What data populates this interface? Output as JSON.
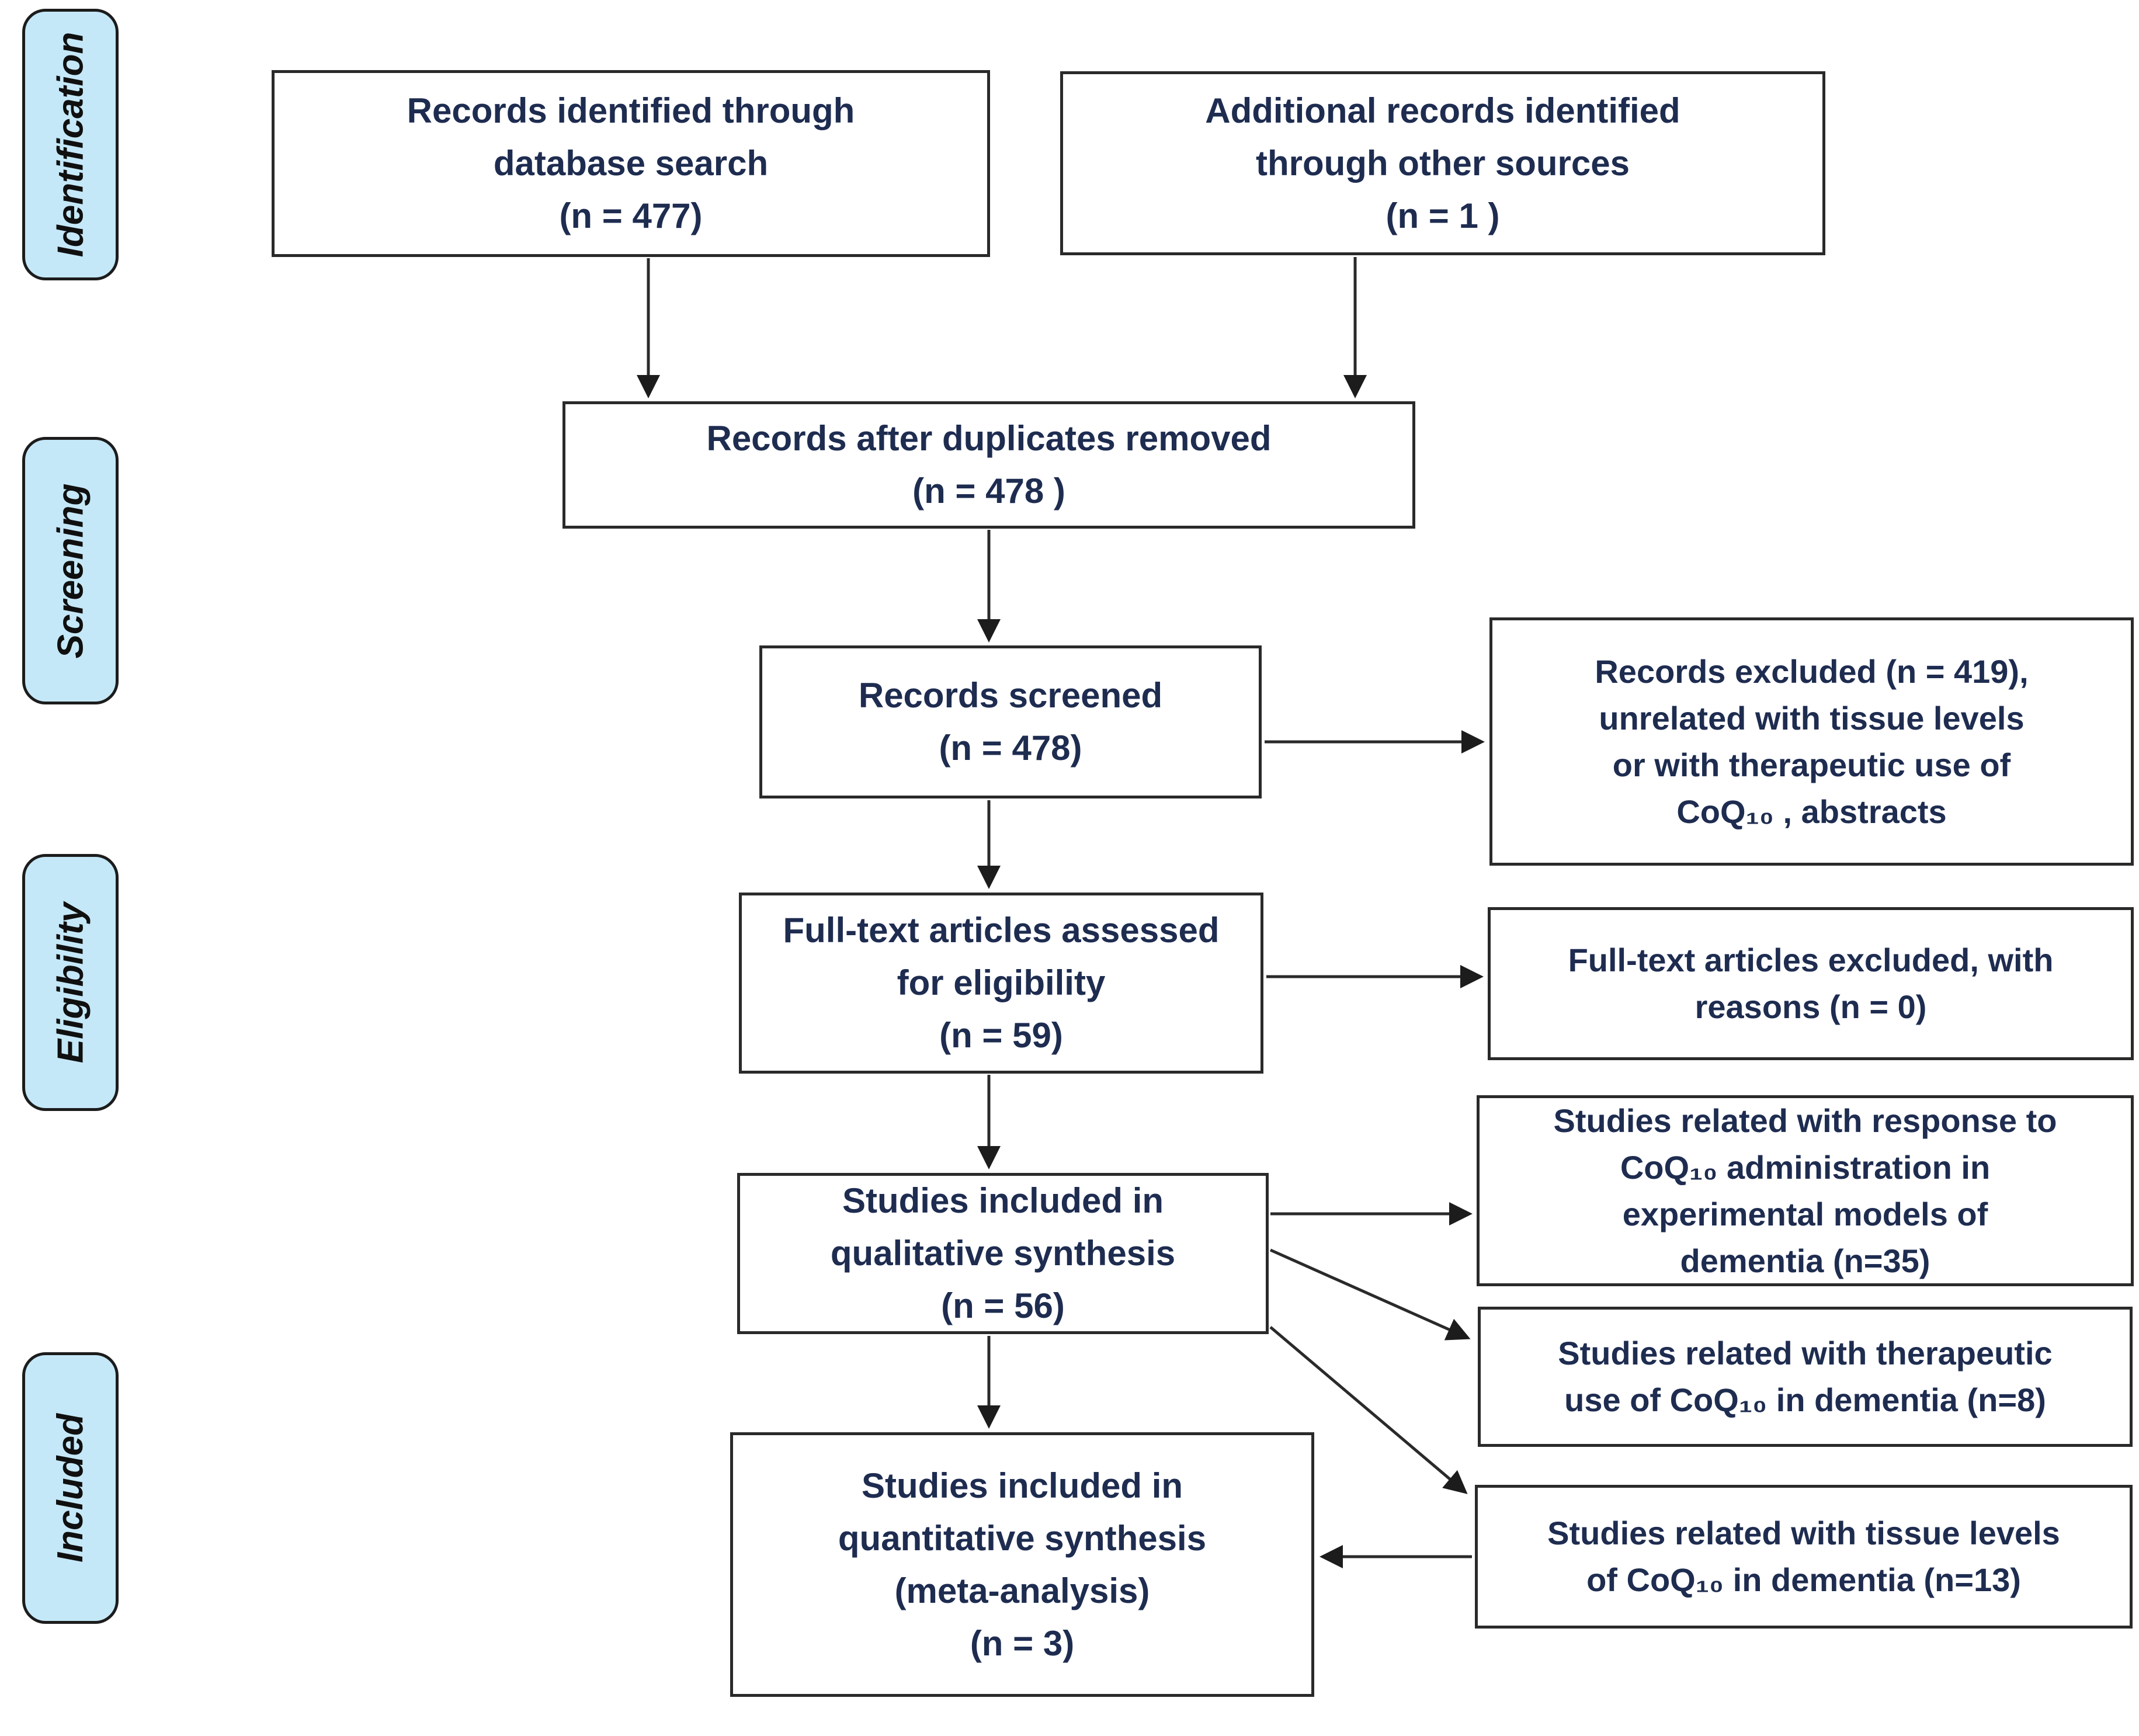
{
  "stages": [
    {
      "label": "Identification"
    },
    {
      "label": "Screening"
    },
    {
      "label": "Eligibility"
    },
    {
      "label": "Included"
    }
  ],
  "boxes": {
    "records_identified": {
      "lines": [
        "Records identified through",
        "database search",
        "(n = 477)"
      ]
    },
    "additional_records": {
      "lines": [
        "Additional records identified",
        "through other sources",
        "(n = 1 )"
      ]
    },
    "duplicates_removed": {
      "lines": [
        "Records after duplicates removed",
        "(n = 478 )"
      ]
    },
    "records_screened": {
      "lines": [
        "Records screened",
        "(n = 478)"
      ]
    },
    "records_excluded": {
      "lines": [
        "Records excluded (n = 419),",
        "unrelated with tissue levels",
        "or with therapeutic use of",
        "CoQ₁₀ , abstracts"
      ]
    },
    "fulltext_assessed": {
      "lines": [
        "Full-text articles assessed",
        "for eligibility",
        "(n = 59)"
      ]
    },
    "fulltext_excluded": {
      "lines": [
        "Full-text articles excluded, with",
        "reasons (n = 0)"
      ]
    },
    "qualitative_synthesis": {
      "lines": [
        "Studies included in",
        "qualitative synthesis",
        "(n = 56)"
      ]
    },
    "response_studies": {
      "lines": [
        "Studies related with  response to",
        "CoQ₁₀ administration in",
        "experimental models of",
        "dementia (n=35)"
      ]
    },
    "therapeutic_studies": {
      "lines": [
        "Studies related with therapeutic",
        "use of CoQ₁₀ in dementia (n=8)"
      ]
    },
    "tissue_studies": {
      "lines": [
        "Studies related with tissue levels",
        "of CoQ₁₀ in dementia (n=13)"
      ]
    },
    "quantitative_synthesis": {
      "lines": [
        "Studies included in",
        "quantitative synthesis",
        "(meta-analysis)",
        "(n = 3)"
      ]
    }
  },
  "colors": {
    "stage_fill": "#c5e8f8",
    "box_border": "#2a2a2a",
    "text": "#1e2c50",
    "arrow": "#1c1c1c"
  }
}
